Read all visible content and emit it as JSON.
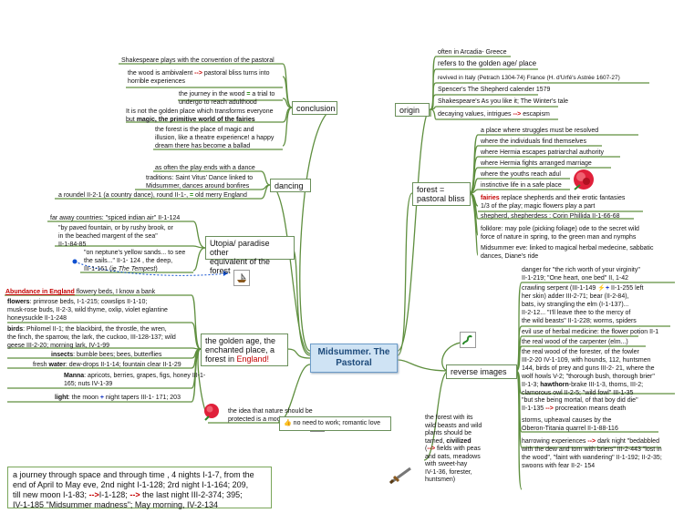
{
  "center": {
    "line1": "Midsummer. The",
    "line2": "Pastoral"
  },
  "origin": {
    "label": "origin",
    "items": [
      "often in Arcadia- Greece",
      "refers to the golden age/ place",
      "revived in Italy (Petrach 1304-74)    France (H. d'Urfé's Astrée 1607-27)",
      "Spencer's The Shepherd calender 1579",
      "Shakespeare's As you like it; The Winter's tale",
      "decaying values, intrigues",
      "escapism"
    ]
  },
  "forest": {
    "label1": "forest =",
    "label2": "pastoral bliss",
    "items": [
      "a place where struggles must be resolved",
      "where the individuals find themselves",
      "where Hermia escapes patriarchal authority",
      "where Hermia fights arranged marriage",
      "where the youths reach adul",
      "instinctive life in a safe place",
      "fairies",
      " replace shepherds and their erotic fantasies",
      "1/3 of the play; magic flowers play a part",
      "shepherd, shepherdess : Corin Phillida II-1-66-68",
      "folklore: may pole (picking foliage) ode to the secret  wild",
      "force of nature in spring, to the green man and nymphs",
      "Midsummer eve: linked to magical herbal medecine, sabbatic",
      "dances, Diane's ride"
    ]
  },
  "reverse": {
    "label": "reverse images",
    "items": {
      "danger1": "danger  for \"the rich worth of your virginity\"",
      "danger2": "II-1-219; \"One heart, one bed\" II, 1-42",
      "crawl1a": "crawling serpent (III-1-149",
      "crawl1b": "II-1-255 left",
      "crawl2": "her skin) adder  III-2-71; bear (II-2-84),",
      "crawl3": "bats, ivy strangling the elm (I-1-137)...",
      "crawl4": "II-2-12... \"I'll leave thee to the mercy of",
      "crawl5": "the wild beasts\" II-1-228; worms, spiders",
      "evil": "evil use of herbal medicine: the flower potion II-1",
      "realwood": "the real wood of the carpenter (elm...)",
      "r1": "the real wood of the forester, of the fowler",
      "r2": "III-2-20  IV-1-109, with hounds, 112,  huntsmen",
      "r3": "144, birds of prey and guns III-2- 21, where the",
      "r4": "wolf howls V-2; \"thorough bush, thorough brier\"",
      "r5a": "II-1-3;",
      "r5b": "hawthorn",
      "r5c": "-brake III-1-3, thorns, III-2;",
      "r6": "clamorous owl II-2-5; \"wild fowl\" III-1-35",
      "mortal1": "\"but she being mortal, of that boy did die\"",
      "mortal2": "II-1-135",
      "mortal3": "procreation means death",
      "storms1": "storms, upheaval causes by the",
      "storms2": "Oberon-Titania quarrel II-1-88-116",
      "harrow1": "harrowing experiences",
      "harrow2": "dark night \"bedabbled",
      "harrow3": "with the dew and torn with briers\" III-2-443 \"lost in",
      "harrow4": "the wood\", \"faint with wandering\" II-1-192; II-2-35;",
      "harrow5": "swoons with fear II-2- 154"
    },
    "wild": {
      "l1": "the forest with its",
      "l2": "wild beasts and wild",
      "l3": "plants should be",
      "l4": "tamed,",
      "l4b": "civilized",
      "l5": "fields with peas",
      "l6": "and oats, meadows",
      "l7": "with sweet-hay",
      "l8": "IV-1-36, forester,",
      "l9": "huntsmen)"
    }
  },
  "conclusion": {
    "label": "conclusion",
    "items": {
      "c1": "Shakespeare plays with the convention of the pastoral",
      "c2a": "the wood is ambivalent",
      "c2b": "pastoral bliss turns into",
      "c2c": "horrible experiences",
      "c3a": "the journey in the wood",
      "c3b": "a trial to",
      "c3c": "undergo to reach adulthood",
      "c4a": "It is not the golden place which transforms everyone",
      "c4b": "but",
      "c4c": "magic, the primitive world of the fairies",
      "c5a": "the forest is the place of magic and",
      "c5b": "illusion, like a theatre experience! a happy",
      "c5c": "dream there has become a ballad"
    }
  },
  "dancing": {
    "label": "dancing",
    "items": {
      "d1": "as often the play ends with a dance",
      "d2a": "traditions: Saint Vitus' Dance linked to",
      "d2b": "Midsummer, dances around bonfires",
      "d3a": "a roundel II-2-1 (a country dance), round II-1-,",
      "d3b": "old merry England"
    }
  },
  "utopia": {
    "label1": "Utopia/ paradise  other",
    "label2": "equivalent of the forest",
    "items": {
      "u1": "far away countries: \"spiced indian air\" II-1-124",
      "u2a": "\"by paved fountain, or by rushy brook, or",
      "u2b": "in the beached margent of the sea\"",
      "u2c": "II-1-84-85",
      "u3a": "\"on neptune's yellow sands... to see",
      "u3b": "the sails...\" II-1- 124  , the deep,",
      "u3c": "III-1-161 (ie ",
      "u3d": "The Tempest",
      "u3e": ")"
    }
  },
  "golden": {
    "label1": "the golden age, the",
    "label2": "enchanted place, a",
    "label3a": "forest in ",
    "label3b": "England!",
    "items": {
      "abund": "Abundance in England",
      "abund2": " flowery beds, I know a bank",
      "fl1a": "flowers",
      "fl1b": ": primrose beds, I-1-215; cowslips II-1-10;",
      "fl2": "musk-rose buds, II-2-3, wild thyme, oxlip, violet eglantine",
      "fl3": "honeysuckle  II-1-248",
      "bi1a": "birds",
      "bi1b": ": Philomel II-1; the blackbird, the throstle, the wren,",
      "bi2": "the finch, the sparrow, the lark, the cuckoo, III-128-137; wild",
      "bi3": "geese III-2-20; morning lark, IV-1-99",
      "ins1": "insects",
      "ins2": ": bumble bees; bees, butterflies",
      "fw1": "fresh ",
      "fw2": "water",
      "fw3": ": dew-drops II-1-14; fountain clear II-1-29",
      "ma1": "Manna",
      "ma2": ": apricots, berries, grapes, figs, honey III-1-",
      "ma3": "165; nuts IV-1-39",
      "li1": "light",
      "li2": ": the moon",
      "li3": "night tapers III-1- 171; 203",
      "idea1": "the idea that nature should be",
      "idea2": "protected is a modern concept"
    }
  },
  "nowork": "no need to work; romantic love",
  "journey": {
    "l1": "a journey through space and through time , 4 nights I-1-7, from the",
    "l2": "end of April to May eve, 2nd night I-1-128; 2rd night I-1-164; 209,",
    "l3a": "till new moon I-1-83; ",
    "l3b": "-->",
    "l3c": "I-1-128; ",
    "l3d": "-->",
    "l3e": " the last night III-2-374; 395;",
    "l4": "IV-1-185 \"Midsummer madness\"; May morning, IV-2-134"
  },
  "colors": {
    "branch": "#5f8f3f",
    "center_bg": "#cfe3f4",
    "accent_red": "#c40000",
    "link_blue": "#1030c0"
  },
  "icons": [
    "rose-icon",
    "snake-icon",
    "sword-icon",
    "picture-icon",
    "hand-icon",
    "link-icon"
  ]
}
